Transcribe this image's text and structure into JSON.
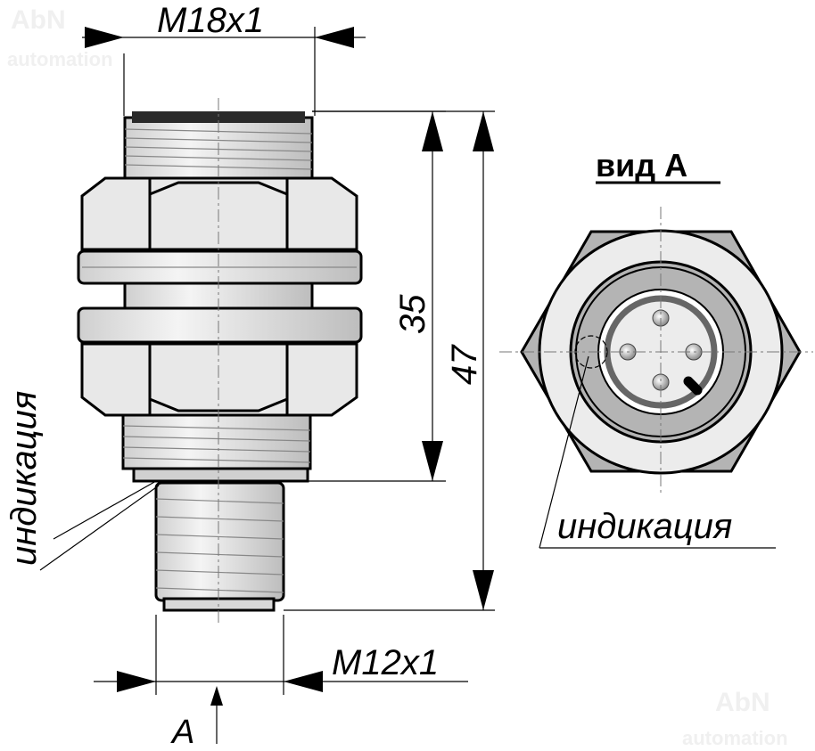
{
  "watermark": {
    "brand": "AbN",
    "sub": "automation"
  },
  "dimensions": {
    "thread_main": "M18x1",
    "thread_connector": "M12x1",
    "length_body": "35",
    "length_total": "47"
  },
  "view": {
    "label": "вид A",
    "arrow_label": "A"
  },
  "callouts": {
    "indication_side": "индикация",
    "indication_end": "индикация"
  },
  "colors": {
    "body_light": "#ececec",
    "body_gray": "#b4b4b4",
    "dark": "#2a2a2a"
  }
}
